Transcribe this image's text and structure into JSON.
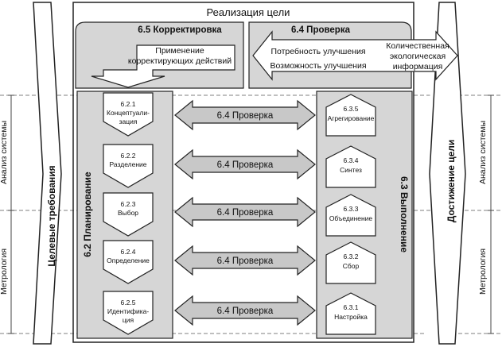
{
  "top_title": "Реализация цели",
  "correction": {
    "title": "6.5 Корректировка",
    "body_line1": "Применение",
    "body_line2": "корректирующих действий"
  },
  "review_top": {
    "title": "6.4 Проверка",
    "line1": "Потребность улучшения",
    "line2": "Возможность улучшения",
    "info_line1": "Количественная",
    "info_line2": "экологическая",
    "info_line3": "информация"
  },
  "left_bar": "Целевые требования",
  "right_bar": "Достижение цели",
  "planning_label": "6.2 Планирование",
  "execution_label": "6.3 Выполнение",
  "side_labels": {
    "analysis": "Анализ системы",
    "metrology": "Метрология"
  },
  "planning_steps": [
    {
      "num": "6.2.1",
      "l1": "Концептуали-",
      "l2": "зация"
    },
    {
      "num": "6.2.2",
      "l1": "Разделение",
      "l2": ""
    },
    {
      "num": "6.2.3",
      "l1": "Выбор",
      "l2": ""
    },
    {
      "num": "6.2.4",
      "l1": "Определение",
      "l2": ""
    },
    {
      "num": "6.2.5",
      "l1": "Идентифика-",
      "l2": "ция"
    }
  ],
  "execution_steps": [
    {
      "num": "6.3.5",
      "l1": "Агрегирование"
    },
    {
      "num": "6.3.4",
      "l1": "Синтез"
    },
    {
      "num": "6.3.3",
      "l1": "Объединение"
    },
    {
      "num": "6.3.2",
      "l1": "Сбор"
    },
    {
      "num": "6.3.1",
      "l1": "Настройка"
    }
  ],
  "review_arrows": [
    "6.4 Проверка",
    "6.4 Проверка",
    "6.4 Проверка",
    "6.4 Проверка",
    "6.4 Проверка"
  ]
}
